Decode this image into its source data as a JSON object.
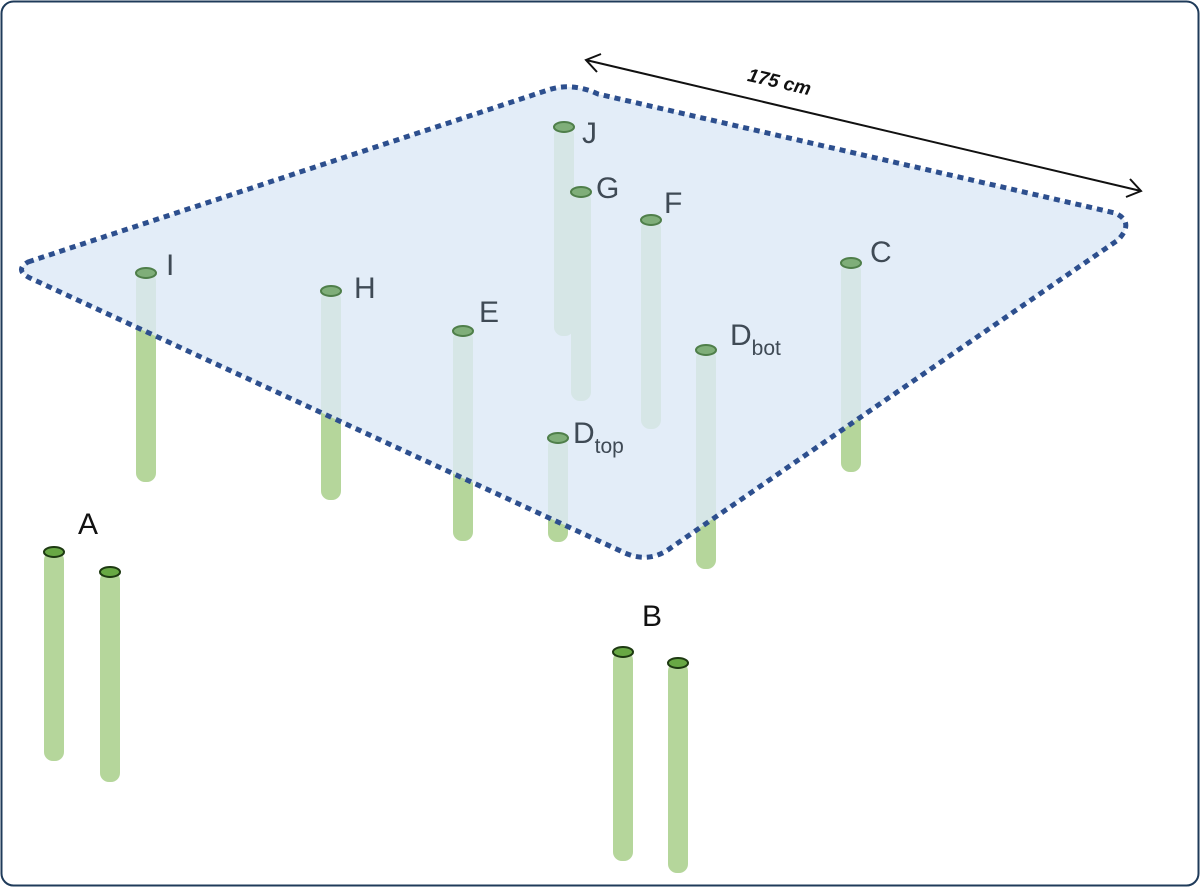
{
  "figure": {
    "dimension_label": "175 cm",
    "colors": {
      "frame": "#1f3b5a",
      "plane_fill": "#dde9f6",
      "plane_border": "#2d4f8e",
      "tube": "#b5d69b",
      "tube_top": "#68a844",
      "tube_top_dim": "#7fae79",
      "label": "#3f4a55"
    },
    "labels": {
      "A": "A",
      "B": "B",
      "C": "C",
      "D_bot_main": "D",
      "D_bot_sub": "bot",
      "D_top_main": "D",
      "D_top_sub": "top",
      "E": "E",
      "F": "F",
      "G": "G",
      "H": "H",
      "I": "I",
      "J": "J"
    }
  }
}
